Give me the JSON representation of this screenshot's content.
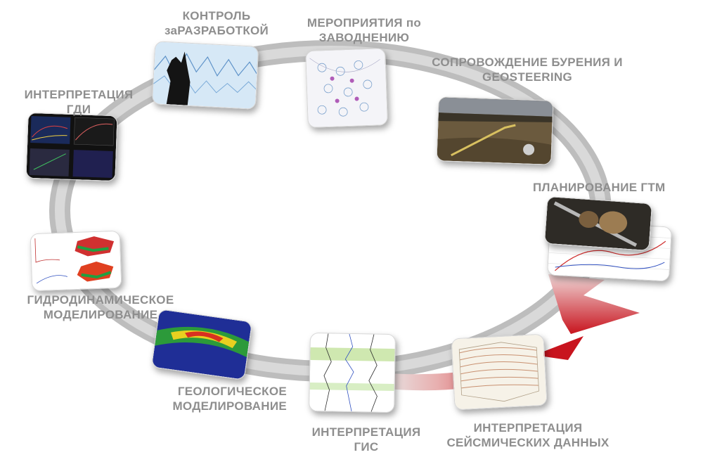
{
  "colors": {
    "label": "#8e8e8e",
    "ring": "#c8c8c8",
    "arrow": "#d0202a"
  },
  "stages": [
    {
      "id": "control",
      "lines": [
        "КОНТРОЛЬ",
        "заРАЗРАБОТКОЙ"
      ]
    },
    {
      "id": "waterflood",
      "lines": [
        "МЕРОПРИЯТИЯ по",
        "ЗАВОДНЕНИЮ"
      ]
    },
    {
      "id": "drilling",
      "lines": [
        "СОПРОВОЖДЕНИЕ БУРЕНИЯ И",
        "GEOSTEERING"
      ]
    },
    {
      "id": "gtm",
      "lines": [
        "ПЛАНИРОВАНИЕ ГТМ"
      ]
    },
    {
      "id": "seismic",
      "lines": [
        "ИНТЕРПРЕТАЦИЯ",
        "СЕЙСМИЧЕСКИХ ДАННЫХ"
      ]
    },
    {
      "id": "gis",
      "lines": [
        "ИНТЕРПРЕТАЦИЯ",
        "ГИС"
      ]
    },
    {
      "id": "geomodel",
      "lines": [
        "ГЕОЛОГИЧЕСКОЕ",
        "МОДЕЛИРОВАНИЕ"
      ]
    },
    {
      "id": "hydromodel",
      "lines": [
        "ГИДРОДИНАМИЧЕСКОЕ",
        "МОДЕЛИРОВАНИЕ"
      ]
    },
    {
      "id": "gdi",
      "lines": [
        "ИНТЕРПРЕТАЦИЯ",
        "ГДИ"
      ]
    }
  ]
}
